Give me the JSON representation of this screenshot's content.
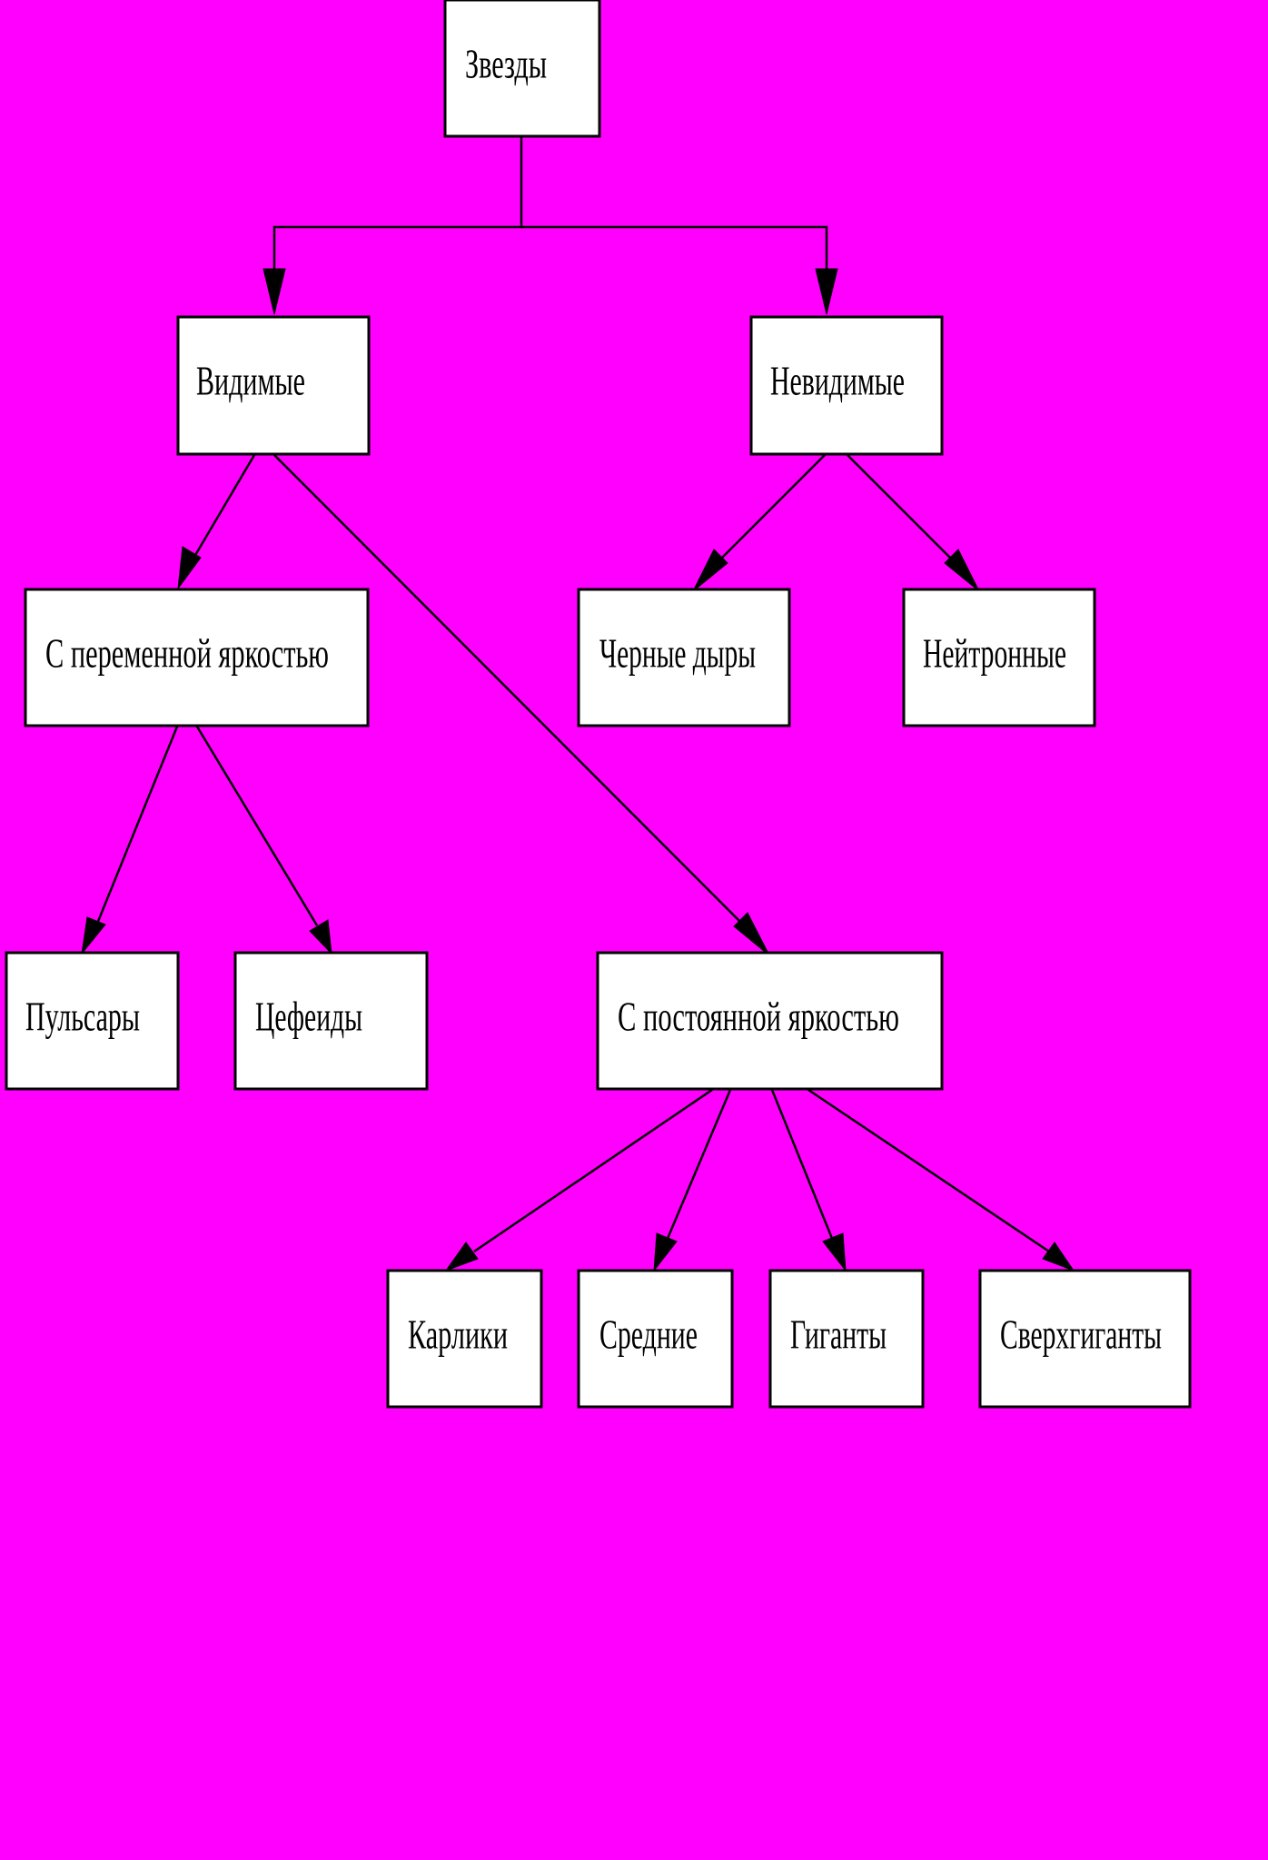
{
  "colors": {
    "background": "#ff00ff",
    "node_fill": "#ffffff",
    "line": "#000000",
    "text": "#000000"
  },
  "nodes": {
    "stars": "Звезды",
    "visible": "Видимые",
    "invisible": "Невидимые",
    "variable": "С переменной  яркостью",
    "constant": "С постоянной  яркостью",
    "black_holes": "Черные дыры",
    "neutron": "Нейтронные",
    "pulsars": "Пульсары",
    "cepheids": "Цефеиды",
    "dwarfs": "Карлики",
    "medium": "Средние",
    "giants": "Гиганты",
    "supergiants": "Сверхгиганты"
  },
  "edges": [
    {
      "from": "stars",
      "to": "visible"
    },
    {
      "from": "stars",
      "to": "invisible"
    },
    {
      "from": "visible",
      "to": "variable"
    },
    {
      "from": "visible",
      "to": "constant"
    },
    {
      "from": "invisible",
      "to": "black_holes"
    },
    {
      "from": "invisible",
      "to": "neutron"
    },
    {
      "from": "variable",
      "to": "pulsars"
    },
    {
      "from": "variable",
      "to": "cepheids"
    },
    {
      "from": "constant",
      "to": "dwarfs"
    },
    {
      "from": "constant",
      "to": "medium"
    },
    {
      "from": "constant",
      "to": "giants"
    },
    {
      "from": "constant",
      "to": "supergiants"
    }
  ]
}
